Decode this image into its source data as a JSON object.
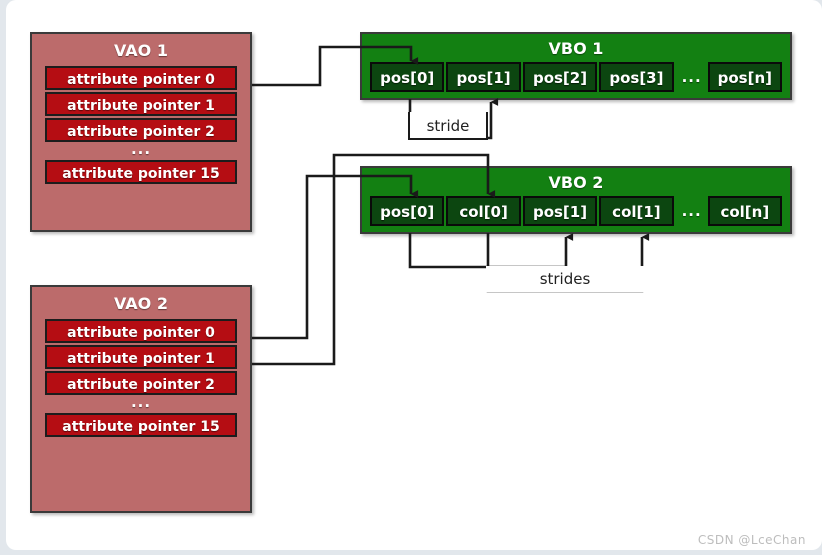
{
  "page": {
    "background_color": "#e2e7ec",
    "card_color": "#ffffff",
    "watermark": "CSDN @LceChan"
  },
  "colors": {
    "vao_fill": "#bc6b6b",
    "attr_fill": "#b50d13",
    "vbo_fill": "#138012",
    "cell_fill": "#0c4610",
    "border": "#3a3a3a",
    "wire": "#1a1a1a",
    "text_light": "#ffffff"
  },
  "vaos": [
    {
      "id": "vao-1",
      "title": "VAO 1",
      "pointers": [
        "attribute pointer 0",
        "attribute pointer 1",
        "attribute pointer 2"
      ],
      "ellipsis": "...",
      "last_pointer": "attribute pointer 15"
    },
    {
      "id": "vao-2",
      "title": "VAO 2",
      "pointers": [
        "attribute pointer 0",
        "attribute pointer 1",
        "attribute pointer 2"
      ],
      "ellipsis": "...",
      "last_pointer": "attribute pointer 15"
    }
  ],
  "vbos": [
    {
      "id": "vbo-1",
      "title": "VBO 1",
      "cells": [
        "pos[0]",
        "pos[1]",
        "pos[2]",
        "pos[3]"
      ],
      "ellipsis": "...",
      "last_cell": "pos[n]",
      "stride_label": "stride"
    },
    {
      "id": "vbo-2",
      "title": "VBO 2",
      "cells": [
        "pos[0]",
        "col[0]",
        "pos[1]",
        "col[1]"
      ],
      "ellipsis": "...",
      "last_cell": "col[n]",
      "stride_label": "strides"
    }
  ]
}
